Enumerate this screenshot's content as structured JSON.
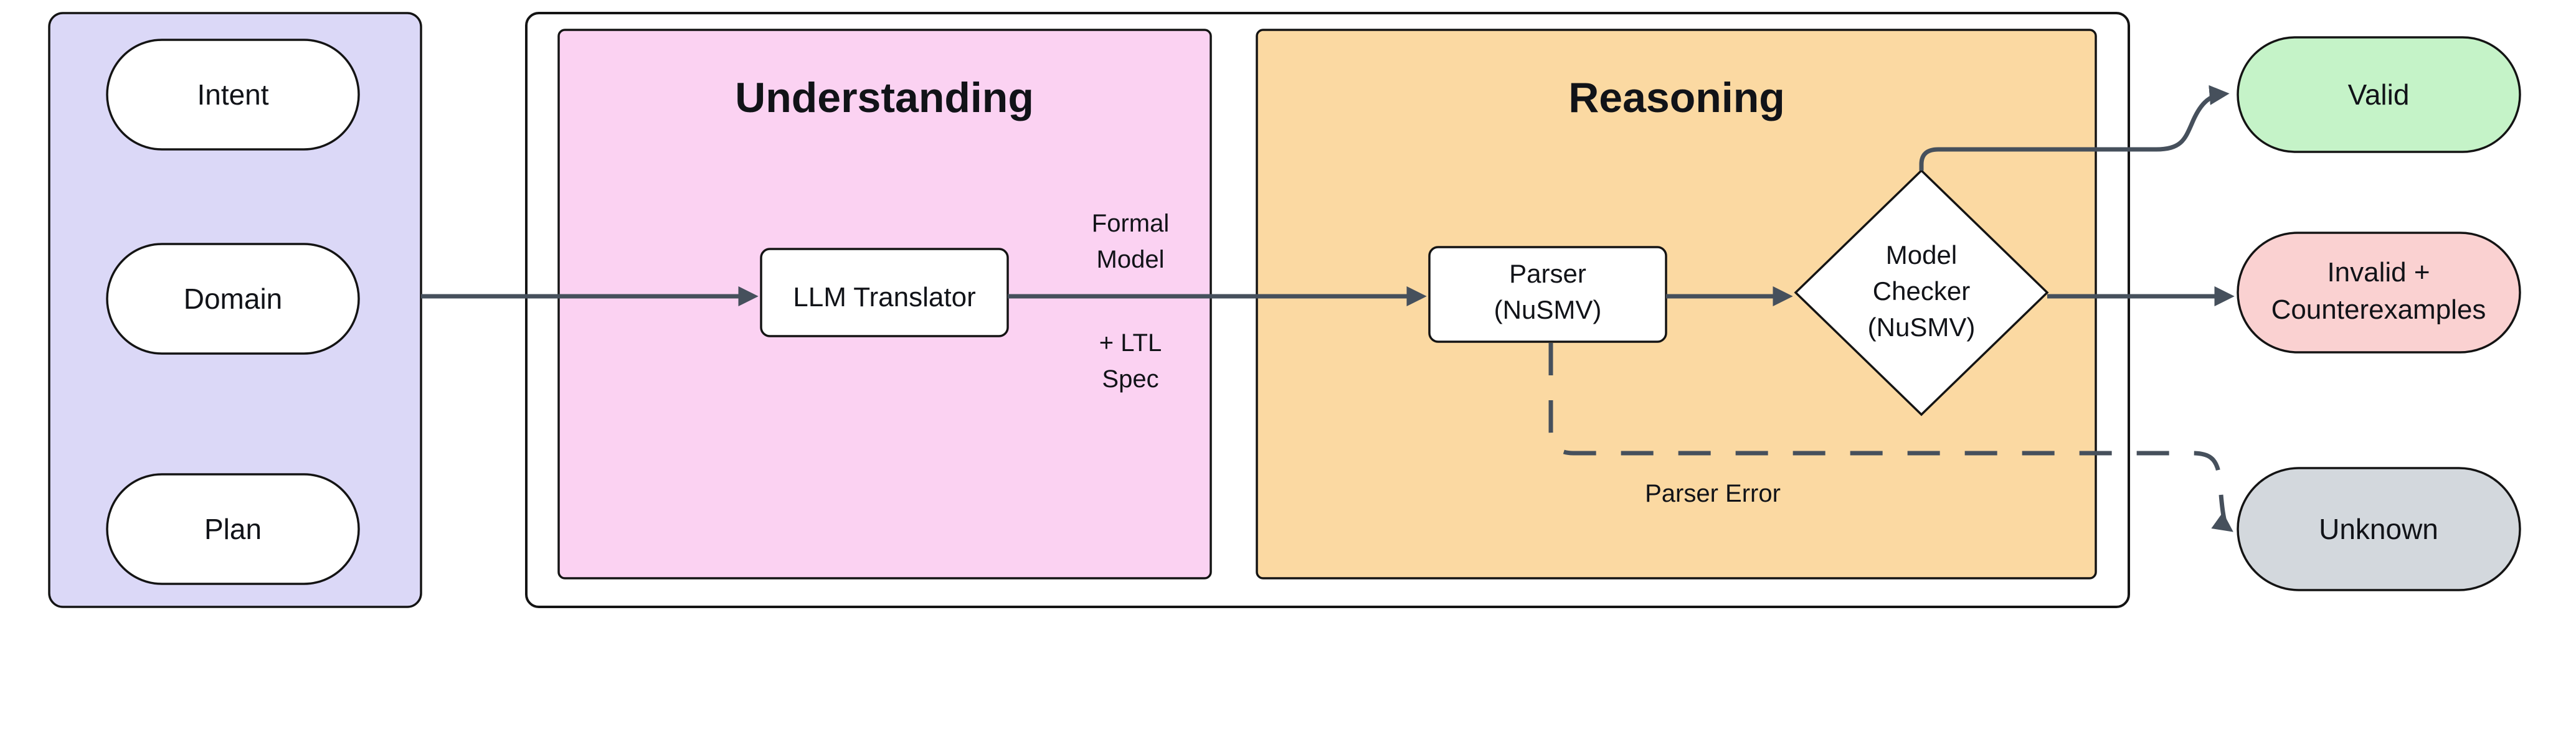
{
  "colors": {
    "inputs_panel_fill": "#DBD8F7",
    "node_fill": "#FFFFFF",
    "understanding_fill": "#FBD2F2",
    "reasoning_fill": "#FBD9A2",
    "valid_fill": "#C5F3C8",
    "invalid_fill": "#FAD1D1",
    "unknown_fill": "#D3D8DD",
    "border": "#141414",
    "connector": "#46505C"
  },
  "inputs": {
    "intent": "Intent",
    "domain": "Domain",
    "plan": "Plan"
  },
  "understanding": {
    "title": "Understanding",
    "llm_translator": "LLM Translator"
  },
  "reasoning": {
    "title": "Reasoning",
    "parser": {
      "line1": "Parser",
      "line2": "(NuSMV)"
    },
    "model_checker": {
      "line1": "Model",
      "line2": "Checker",
      "line3": "(NuSMV)"
    }
  },
  "labels": {
    "formal_model": {
      "line1": "Formal",
      "line2": "Model"
    },
    "ltl_spec": {
      "line1": "+ LTL",
      "line2": "Spec"
    },
    "parser_error": "Parser Error"
  },
  "outputs": {
    "valid": "Valid",
    "invalid": {
      "line1": "Invalid +",
      "line2": "Counterexamples"
    },
    "unknown": "Unknown"
  }
}
